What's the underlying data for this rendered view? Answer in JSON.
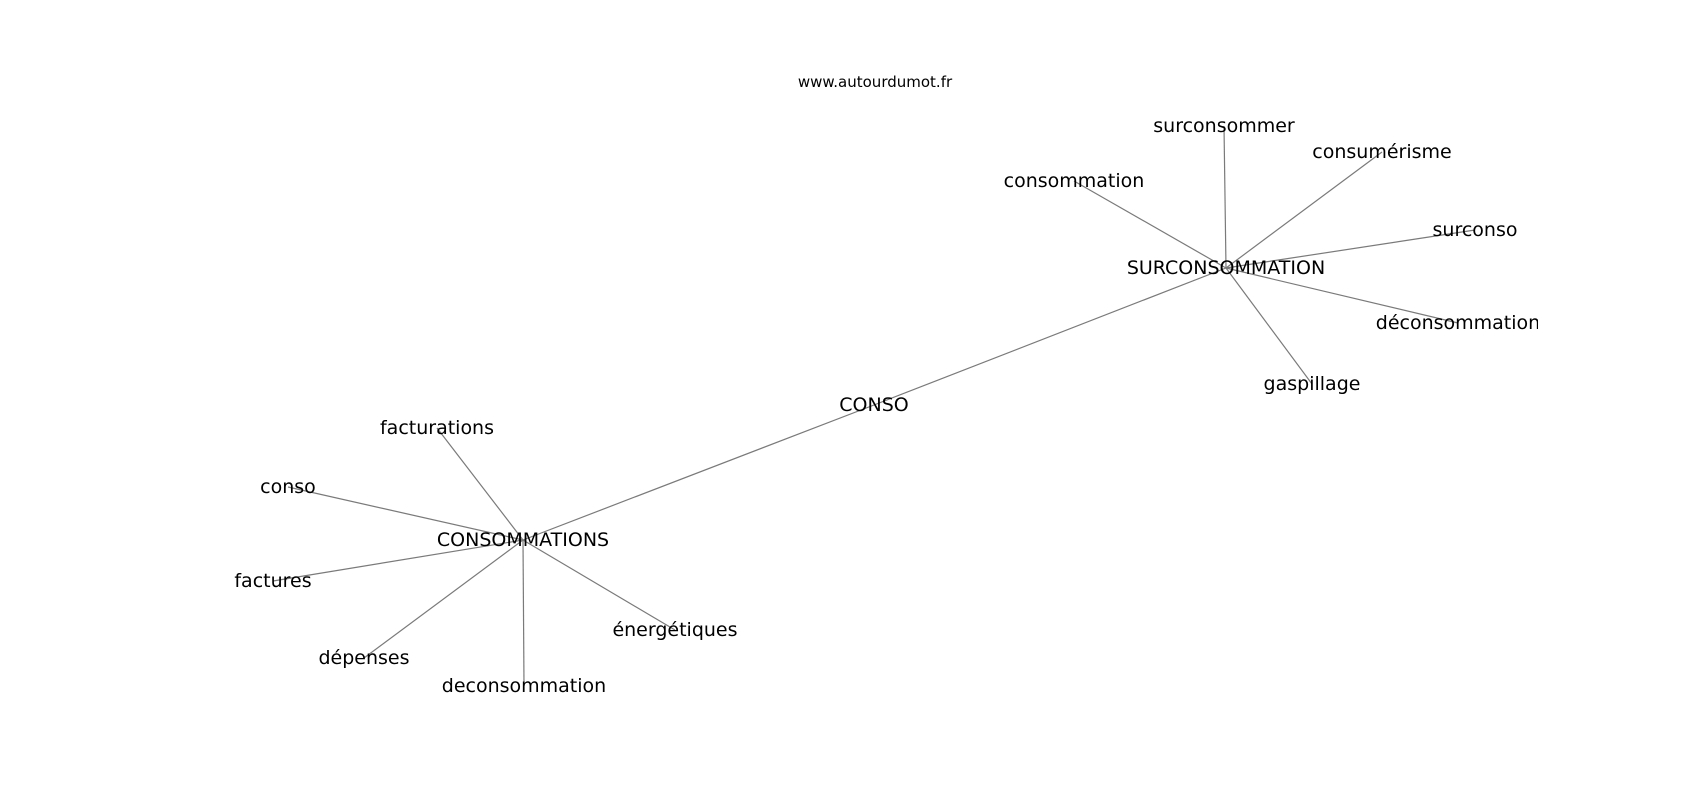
{
  "watermark": "www.autourdumot.fr",
  "colors": {
    "edge": "#7a7a7a",
    "text": "#000000",
    "background": "#ffffff"
  },
  "graph": {
    "nodes": [
      {
        "id": "conso_center",
        "label": "CONSO"
      },
      {
        "id": "surconsommation",
        "label": "SURCONSOMMATION"
      },
      {
        "id": "consommations",
        "label": "CONSOMMATIONS"
      },
      {
        "id": "surconsommer",
        "label": "surconsommer"
      },
      {
        "id": "consumerisme",
        "label": "consumérisme"
      },
      {
        "id": "consommation",
        "label": "consommation"
      },
      {
        "id": "surconso",
        "label": "surconso"
      },
      {
        "id": "deconsommation_accent",
        "label": "déconsommation"
      },
      {
        "id": "gaspillage",
        "label": "gaspillage"
      },
      {
        "id": "facturations",
        "label": "facturations"
      },
      {
        "id": "conso_small",
        "label": "conso"
      },
      {
        "id": "factures",
        "label": "factures"
      },
      {
        "id": "depenses",
        "label": "dépenses"
      },
      {
        "id": "deconsommation",
        "label": "deconsommation"
      },
      {
        "id": "energetiques",
        "label": "énergétiques"
      }
    ],
    "edges": [
      [
        "conso_center",
        "surconsommation"
      ],
      [
        "conso_center",
        "consommations"
      ],
      [
        "surconsommation",
        "surconsommer"
      ],
      [
        "surconsommation",
        "consumerisme"
      ],
      [
        "surconsommation",
        "consommation"
      ],
      [
        "surconsommation",
        "surconso"
      ],
      [
        "surconsommation",
        "deconsommation_accent"
      ],
      [
        "surconsommation",
        "gaspillage"
      ],
      [
        "consommations",
        "facturations"
      ],
      [
        "consommations",
        "conso_small"
      ],
      [
        "consommations",
        "factures"
      ],
      [
        "consommations",
        "depenses"
      ],
      [
        "consommations",
        "deconsommation"
      ],
      [
        "consommations",
        "energetiques"
      ]
    ]
  }
}
